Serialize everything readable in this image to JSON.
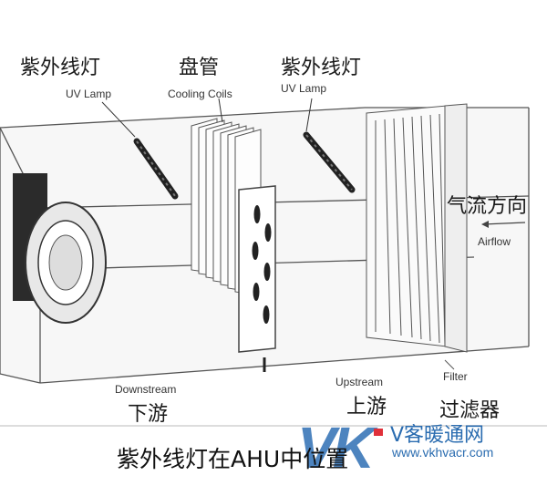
{
  "labels": {
    "uv_lamp_left_zh": "紫外线灯",
    "uv_lamp_left_en": "UV Lamp",
    "coils_zh": "盘管",
    "coils_en": "Cooling Coils",
    "uv_lamp_right_zh": "紫外线灯",
    "uv_lamp_right_en": "UV Lamp",
    "airflow_zh": "气流方向",
    "airflow_en": "Airflow",
    "downstream_en": "Downstream",
    "downstream_zh": "下游",
    "upstream_en": "Upstream",
    "upstream_zh": "上游",
    "filter_en": "Filter",
    "filter_zh": "过滤器"
  },
  "caption": "紫外线灯在AHU中位置",
  "watermark": {
    "logo": "VK",
    "name": "V客暖通网",
    "url": "www.vkhvacr.com"
  },
  "colors": {
    "line": "#555555",
    "watermark_blue": "#2f6fb5",
    "watermark_red": "#e0303a"
  }
}
